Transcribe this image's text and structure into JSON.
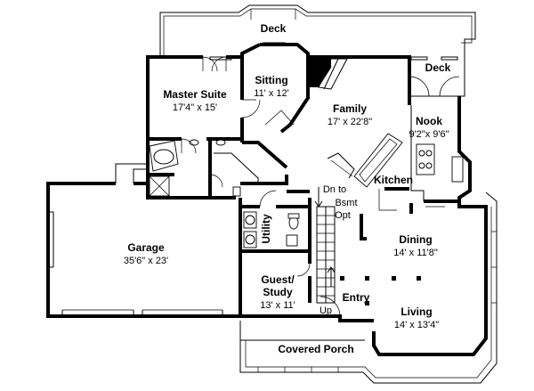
{
  "rooms": {
    "deck_top": {
      "name": "Deck"
    },
    "deck_right": {
      "name": "Deck"
    },
    "master_suite": {
      "name": "Master Suite",
      "size": "17'4\" x 15'"
    },
    "sitting": {
      "name": "Sitting",
      "size": "11' x 12'"
    },
    "family": {
      "name": "Family",
      "size": "17' x 22'8\""
    },
    "nook": {
      "name": "Nook",
      "size": "9'2\"x 9'6\""
    },
    "kitchen": {
      "name": "Kitchen"
    },
    "utility": {
      "name": "Utility"
    },
    "garage": {
      "name": "Garage",
      "size": "35'6\" x 23'"
    },
    "dining": {
      "name": "Dining",
      "size": "14' x 11'8\""
    },
    "guest_study": {
      "name_line1": "Guest/",
      "name_line2": "Study",
      "size": "13' x 11'"
    },
    "entry": {
      "name": "Entry"
    },
    "living": {
      "name": "Living",
      "size": "14' x 13'4\""
    },
    "covered_porch": {
      "name": "Covered Porch"
    }
  },
  "notes": {
    "stairs_down_line1": "Dn to",
    "stairs_down_line2": "Bsmt",
    "stairs_down_line3": "Opt",
    "stairs_up": "Up"
  }
}
